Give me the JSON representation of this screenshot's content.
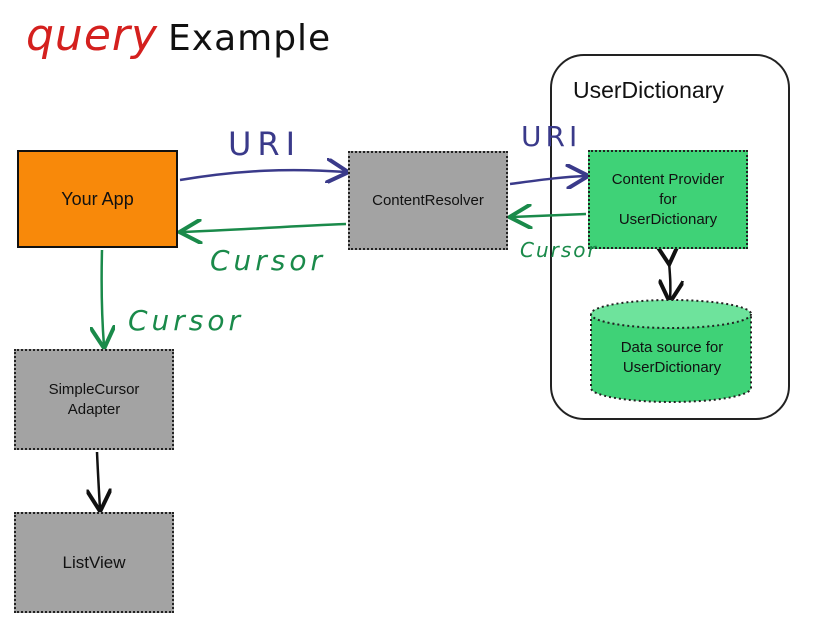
{
  "title": {
    "query": "query",
    "example": "Example"
  },
  "group": {
    "label": "UserDictionary"
  },
  "nodes": {
    "your_app": "Your App",
    "content_resolver": "ContentResolver",
    "content_provider": "Content Provider\nfor\nUserDictionary",
    "data_source": "Data source for\nUserDictionary",
    "simple_cursor_adapter": "SimpleCursor\nAdapter",
    "list_view": "ListView"
  },
  "edge_labels": {
    "uri_app_to_resolver": "URI",
    "uri_resolver_to_provider": "URI",
    "cursor_resolver_to_app": "Cursor",
    "cursor_provider_to_resolver": "Cursor",
    "cursor_app_to_adapter": "Cursor"
  },
  "colors": {
    "app": "#f8890a",
    "gray_node": "#a3a3a3",
    "green_node": "#3fd277",
    "uri_arrow": "#3a3a8a",
    "cursor_arrow": "#1a8a4a",
    "title_query": "#d4201e"
  }
}
